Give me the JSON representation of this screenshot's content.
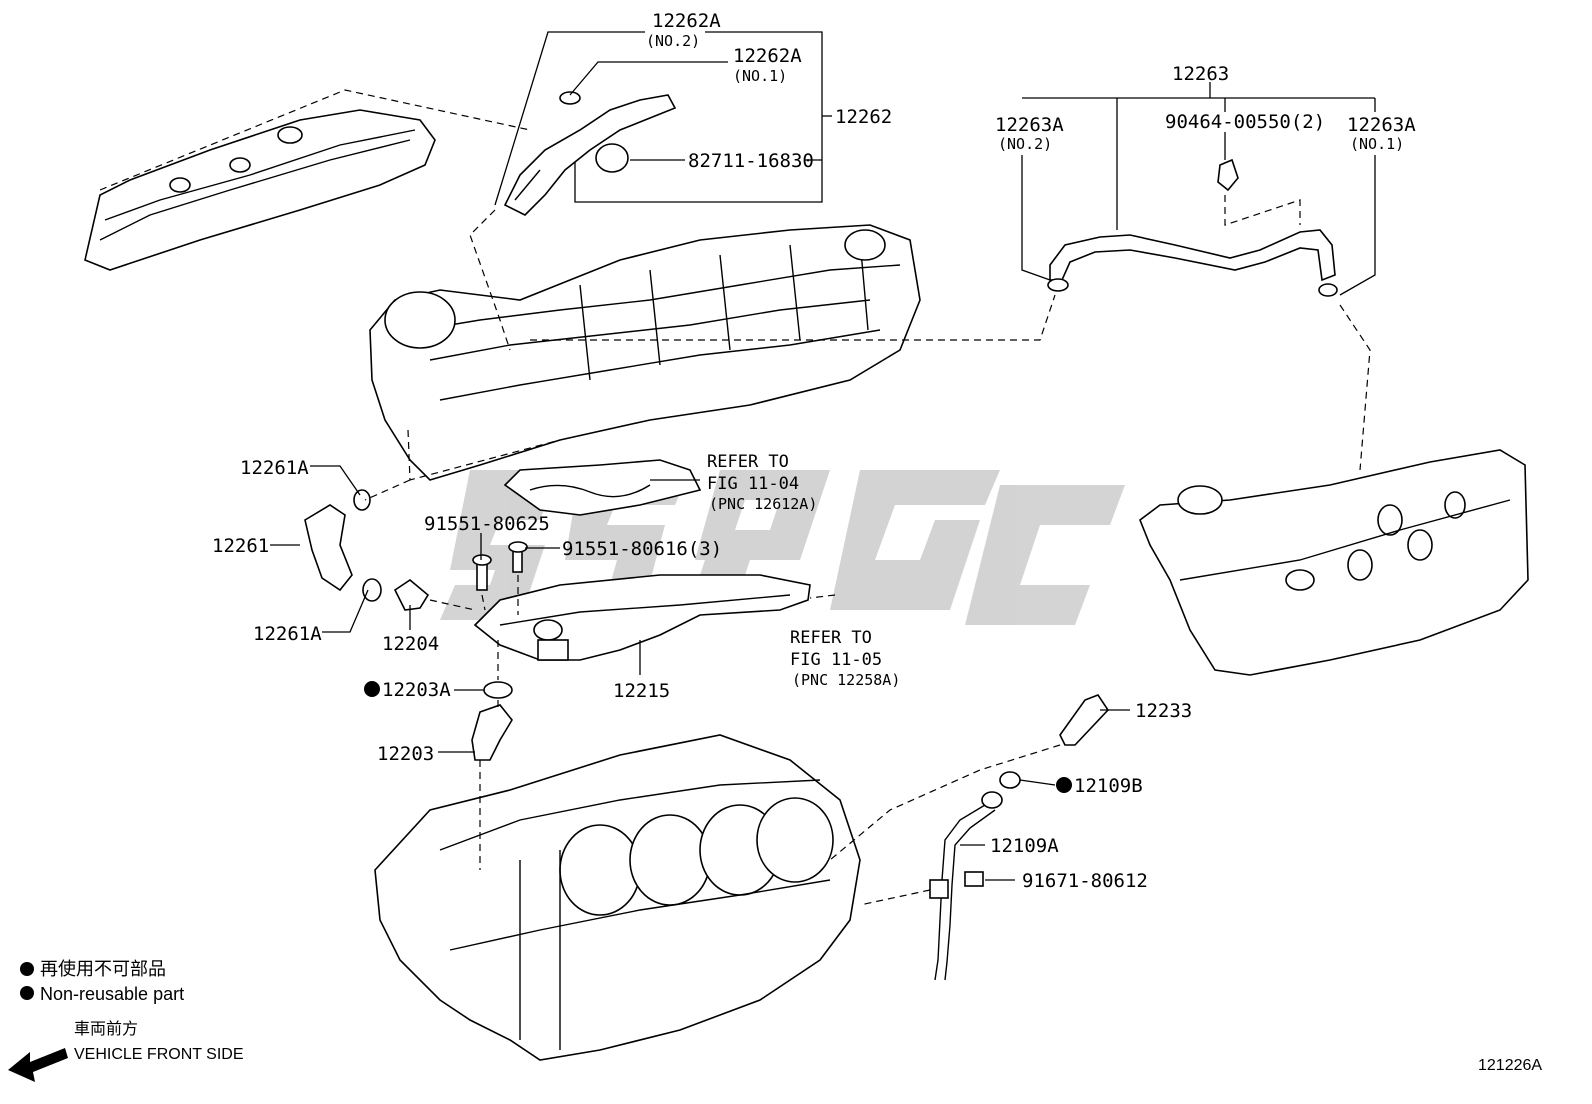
{
  "labels": {
    "p12262A_no2": "12262A",
    "p12262A_no2_sub": "(NO.2)",
    "p12262A_no1": "12262A",
    "p12262A_no1_sub": "(NO.1)",
    "p12262": "12262",
    "p82711": "82711-16830",
    "p12263": "12263",
    "p12263A_no2": "12263A",
    "p12263A_no2_sub": "(NO.2)",
    "p90464": "90464-00550(2)",
    "p12263A_no1": "12263A",
    "p12263A_no1_sub": "(NO.1)",
    "p12261A_top": "12261A",
    "p12261": "12261",
    "p12261A_bottom": "12261A",
    "p91551_80625": "91551-80625",
    "p91551_80616": "91551-80616(3)",
    "p12204": "12204",
    "p12203A": "12203A",
    "p12203": "12203",
    "p12215": "12215",
    "p12233": "12233",
    "p12109B": "12109B",
    "p12109A": "12109A",
    "p91671": "91671-80612"
  },
  "refer_notes": [
    {
      "line1": "REFER TO",
      "line2": "FIG 11-04",
      "line3": "(PNC 12612A)"
    },
    {
      "line1": "REFER TO",
      "line2": "FIG 11-05",
      "line3": "(PNC 12258A)"
    }
  ],
  "legend": {
    "jp": "再使用不可部品",
    "en": "Non-reusable part",
    "direction_jp": "車両前方",
    "direction_en": "VEHICLE FRONT SIDE"
  },
  "figure_id": "121226A"
}
